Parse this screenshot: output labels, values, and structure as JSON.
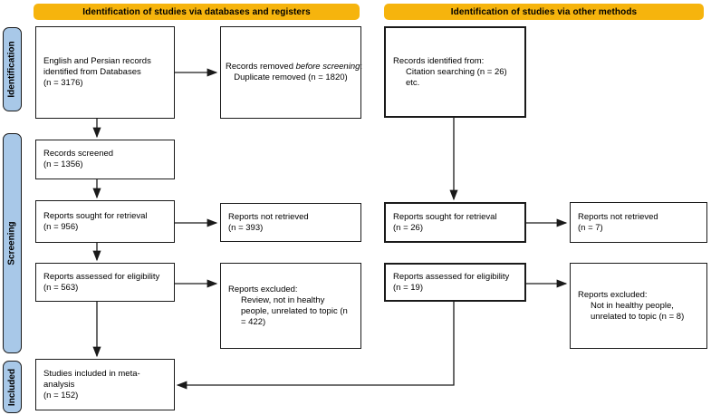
{
  "headers": {
    "databases": "Identification of studies via databases and registers",
    "other": "Identification of studies via other methods"
  },
  "side_labels": {
    "identification": "Identification",
    "screening": "Screening",
    "included": "Included"
  },
  "colors": {
    "header_bg": "#F6B40D",
    "stage_bg": "#A8C8E8"
  },
  "boxes": {
    "records_identified_db": {
      "lines": [
        "English and Persian records",
        "identified from Databases",
        "(n = 3176)"
      ]
    },
    "records_removed": {
      "line1_pre": "Records removed ",
      "line1_italic": "before screening",
      "line1_post": ":",
      "line2": "Duplicate removed (n = 1820)"
    },
    "records_screened": {
      "lines": [
        "Records screened",
        "(n = 1356)"
      ]
    },
    "reports_sought_db": {
      "lines": [
        "Reports sought for retrieval",
        "(n = 956)"
      ]
    },
    "reports_not_retrieved_db": {
      "lines": [
        "Reports not retrieved",
        "(n = 393)"
      ]
    },
    "reports_assessed_db": {
      "lines": [
        "Reports assessed for eligibility",
        "(n = 563)"
      ]
    },
    "reports_excluded_db": {
      "lines": [
        "Reports excluded:",
        "Review, not in healthy",
        "people, unrelated to topic (n",
        "= 422)"
      ]
    },
    "studies_included": {
      "lines": [
        "Studies included in meta-",
        "analysis",
        "(n = 152)"
      ]
    },
    "records_identified_other": {
      "lines": [
        "Records identified from:",
        "Citation searching (n = 26)",
        "etc."
      ]
    },
    "reports_sought_other": {
      "lines": [
        "Reports sought for retrieval",
        "(n = 26)"
      ]
    },
    "reports_not_retrieved_other": {
      "lines": [
        "Reports not retrieved",
        "(n = 7)"
      ]
    },
    "reports_assessed_other": {
      "lines": [
        "Reports assessed for eligibility",
        "(n = 19)"
      ]
    },
    "reports_excluded_other": {
      "lines": [
        "Reports excluded:",
        "Not in healthy people,",
        "unrelated to topic (n = 8)"
      ]
    }
  }
}
